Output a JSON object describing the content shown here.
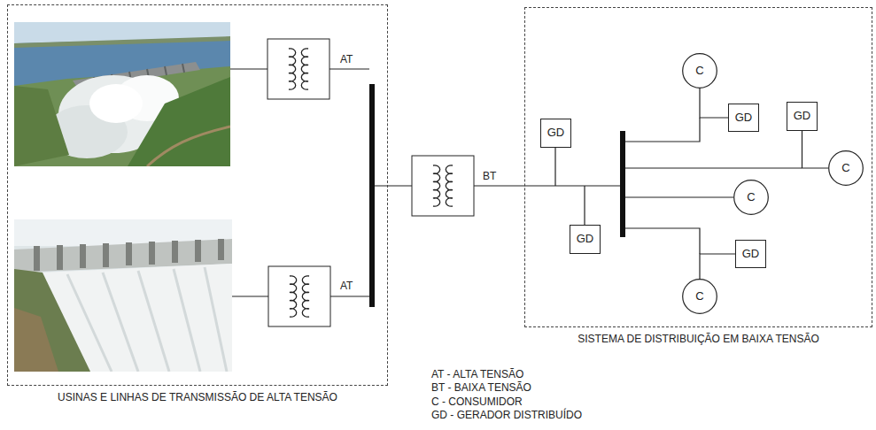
{
  "diagram": {
    "nodes": [
      {
        "text": [
          "USINAS E LINHAS DE TRANSMISSÃO DE ALTA TENSÃO"
        ]
      },
      {
        "text": [
          "SISTEMA DE DISTRIBUIÇÃO EM BAIXA TENSÃO"
        ]
      },
      {
        "text": [
          "C"
        ],
        "in": 1
      },
      {
        "text": [
          "GD"
        ],
        "in": 1
      },
      {
        "text": [
          "GD"
        ],
        "in": 1
      },
      {
        "text": [
          "GD"
        ],
        "in": 1
      },
      {
        "text": [
          "C"
        ],
        "in": 1
      },
      {
        "text": [
          "C"
        ],
        "in": 1
      },
      {
        "text": [
          "GD"
        ],
        "in": 1
      },
      {
        "text": [
          "GD"
        ],
        "in": 1
      },
      {
        "text": [
          "C"
        ],
        "in": 1
      }
    ],
    "edges": [
      {
        "from": 3,
        "to": 2,
        "arrow": "none"
      },
      {
        "from": 4,
        "to": 6,
        "arrow": "none"
      },
      {
        "from": 9,
        "to": 10,
        "arrow": "none"
      }
    ],
    "labels": [
      "AT",
      "AT",
      "BT",
      "AT - ALTA TENSÃO",
      "BT - BAIXA TENSÃO",
      "C - CONSUMIDOR",
      "GD - GERADOR DISTRIBUÍDO"
    ]
  }
}
